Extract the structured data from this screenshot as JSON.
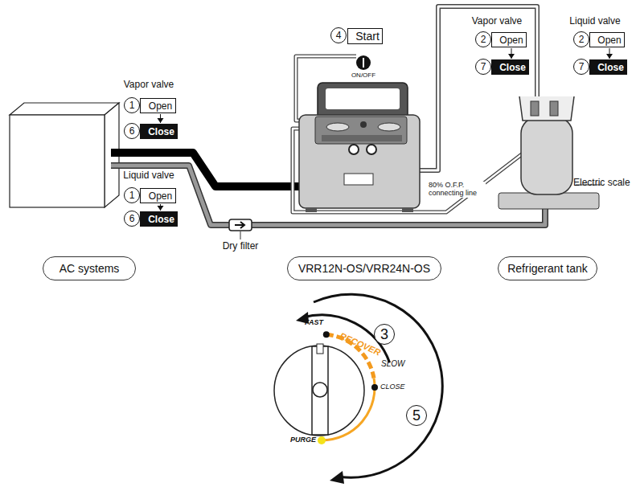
{
  "diagram": {
    "nodes": [
      {
        "text": [
          "4"
        ]
      },
      {
        "text": [
          "Start"
        ]
      },
      {
        "text": [
          "2"
        ]
      },
      {
        "text": [
          "Open"
        ]
      },
      {
        "text": [
          "7"
        ]
      },
      {
        "text": [
          "Close"
        ]
      },
      {
        "text": [
          "2"
        ]
      },
      {
        "text": [
          "Open"
        ]
      },
      {
        "text": [
          "7"
        ]
      },
      {
        "text": [
          "Close"
        ]
      },
      {
        "text": [
          "1"
        ]
      },
      {
        "text": [
          "Open"
        ]
      },
      {
        "text": [
          "6"
        ]
      },
      {
        "text": [
          "Close"
        ]
      },
      {
        "text": [
          "1"
        ]
      },
      {
        "text": [
          "Open"
        ]
      },
      {
        "text": [
          "6"
        ]
      },
      {
        "text": [
          "Close"
        ]
      },
      {
        "text": [
          "AC systems"
        ]
      },
      {
        "text": [
          "VRR12N-OS/VRR24N-OS"
        ]
      },
      {
        "text": [
          "Refrigerant tank"
        ]
      },
      {
        "text": [
          "3"
        ]
      },
      {
        "text": [
          "5"
        ]
      }
    ],
    "edges": [
      {
        "from": 3,
        "to": 5,
        "arrow": "to"
      },
      {
        "from": 7,
        "to": 9,
        "arrow": "to"
      },
      {
        "from": 11,
        "to": 13,
        "arrow": "to"
      },
      {
        "from": 15,
        "to": 17,
        "arrow": "to"
      }
    ],
    "labels": [
      "Vapor valve",
      "Liquid valve",
      "ON/OFF",
      "Vapor valve",
      "Liquid valve",
      "80% O.F.P. connecting line",
      "Electric scale",
      "Dry filter",
      "FAST",
      "RECOVER",
      "SLOW",
      "CLOSE",
      "PURGE"
    ]
  }
}
